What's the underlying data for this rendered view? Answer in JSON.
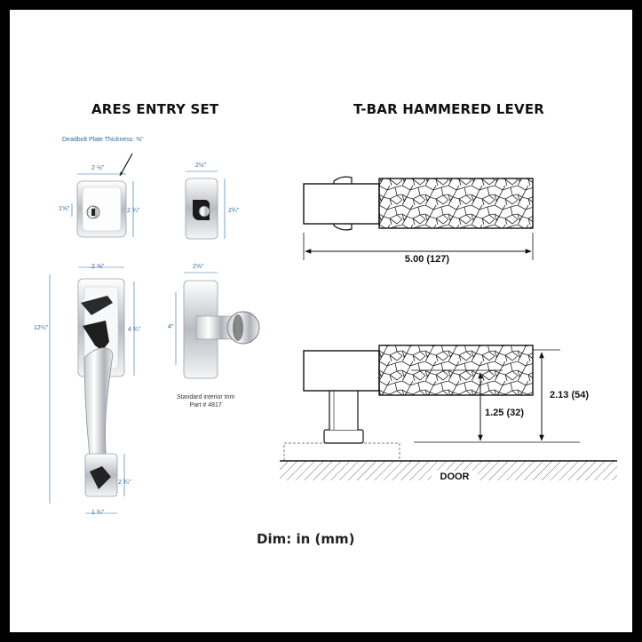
{
  "left_title": "ARES ENTRY SET",
  "right_title": "T-BAR HAMMERED LEVER",
  "deadbolt": {
    "plate_note": "Deadbolt Plate Thickness: ⅜\"",
    "width": "2 ½\"",
    "height": "2 ¾\"",
    "offset": "1⅝\""
  },
  "deadbolt_side": {
    "width": "2½\"",
    "height": "2¾\""
  },
  "handle": {
    "width": "2 ⅝\"",
    "overall_height": "12¼\"",
    "top_plate_height": "4 ¾\"",
    "bottom_plate_height": "2 ¾\"",
    "bottom_width": "1 ¾\""
  },
  "interior_trim": {
    "width": "2⅝\"",
    "height": "4\"",
    "caption_line1": "Standard interior trim",
    "caption_line2": "Part # 4817"
  },
  "lever": {
    "length": "5.00 (127)",
    "height_total": "2.13 (54)",
    "height_base": "1.25 (32)",
    "door_label": "DOOR"
  },
  "footer": "Dim: in (mm)"
}
